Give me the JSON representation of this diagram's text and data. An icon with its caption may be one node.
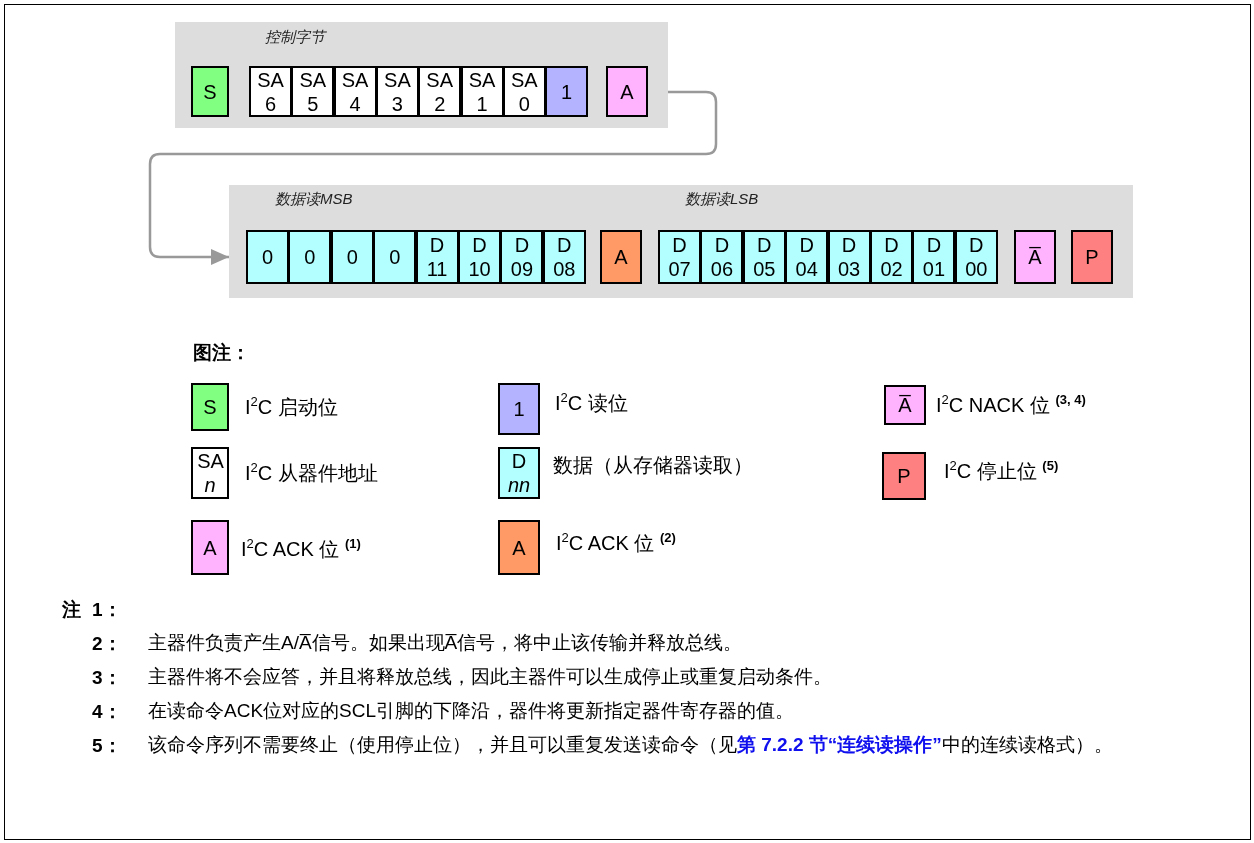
{
  "diagram": {
    "nodes": [
      {
        "text": [],
        "shape": "box"
      },
      {
        "text": [
          "S"
        ],
        "in": 0
      },
      {
        "text": [
          "SA 6"
        ],
        "in": 0
      },
      {
        "text": [
          "SA 5"
        ],
        "in": 0
      },
      {
        "text": [
          "SA 4"
        ],
        "in": 0
      },
      {
        "text": [
          "SA 3"
        ],
        "in": 0
      },
      {
        "text": [
          "SA 2"
        ],
        "in": 0
      },
      {
        "text": [
          "SA 1"
        ],
        "in": 0
      },
      {
        "text": [
          "SA 0"
        ],
        "in": 0
      },
      {
        "text": [
          "1"
        ],
        "in": 0
      },
      {
        "text": [
          "A"
        ],
        "in": 0
      },
      {
        "text": [],
        "shape": "box"
      },
      {
        "text": [
          "0"
        ],
        "in": 11
      },
      {
        "text": [
          "0"
        ],
        "in": 11
      },
      {
        "text": [
          "0"
        ],
        "in": 11
      },
      {
        "text": [
          "0"
        ],
        "in": 11
      },
      {
        "text": [
          "D 11"
        ],
        "in": 11
      },
      {
        "text": [
          "D 10"
        ],
        "in": 11
      },
      {
        "text": [
          "D 09"
        ],
        "in": 11
      },
      {
        "text": [
          "D 08"
        ],
        "in": 11
      },
      {
        "text": [
          "A"
        ],
        "in": 11
      },
      {
        "text": [
          "D 07"
        ],
        "in": 11
      },
      {
        "text": [
          "D 06"
        ],
        "in": 11
      },
      {
        "text": [
          "D 05"
        ],
        "in": 11
      },
      {
        "text": [
          "D 04"
        ],
        "in": 11
      },
      {
        "text": [
          "D 03"
        ],
        "in": 11
      },
      {
        "text": [
          "D 02"
        ],
        "in": 11
      },
      {
        "text": [
          "D 01"
        ],
        "in": 11
      },
      {
        "text": [
          "D 00"
        ],
        "in": 11
      },
      {
        "text": [
          "A̅"
        ],
        "in": 11
      },
      {
        "text": [
          "P"
        ],
        "in": 11
      },
      {
        "text": [
          "S"
        ],
        "beside": [
          "I$^{2}$C 启动位"
        ]
      },
      {
        "text": [
          "1"
        ],
        "beside": [
          "I$^{2}$C 读位"
        ]
      },
      {
        "text": [
          "A̅"
        ],
        "beside": [
          "I$^{2}$C NACK 位 $^{(3, 4)}$"
        ]
      },
      {
        "text": [
          "SA *n*"
        ],
        "beside": [
          "I$^{2}$C 从器件地址"
        ]
      },
      {
        "text": [
          "D *nn*"
        ],
        "beside": [
          "数据（从存储器读取）"
        ]
      },
      {
        "text": [
          "P"
        ],
        "beside": [
          "I$^{2}$C 停止位 $^{(5)}$"
        ]
      },
      {
        "text": [
          "A"
        ],
        "beside": [
          "I$^{2}$C ACK 位 $^{(1)}$"
        ]
      },
      {
        "text": [
          "A"
        ],
        "beside": [
          "I$^{2}$C ACK 位 $^{(2)}$"
        ]
      }
    ],
    "edges": [
      {
        "from": 0,
        "to": 11,
        "arrow": "to"
      }
    ],
    "labels": [
      "控制字节",
      "数据读MSB",
      "数据读LSB",
      "图注：",
      "注",
      "1：",
      "2：",
      "主器件负责产生A/A̅信号。如果出现A̅信号，将中止该传输并释放总线。",
      "3：",
      "主器件将不会应答，并且将释放总线，因此主器件可以生成停止或重复启动条件。",
      "4：",
      "在读命令ACK位对应的SCL引脚的下降沿，器件将更新指定器件寄存器的值。",
      "5：",
      "该命令序列不需要终止（使用停止位），并且可以重复发送读命令（见**第 7.2.2 节“连续读操作”**中的连续读格式）。"
    ]
  }
}
